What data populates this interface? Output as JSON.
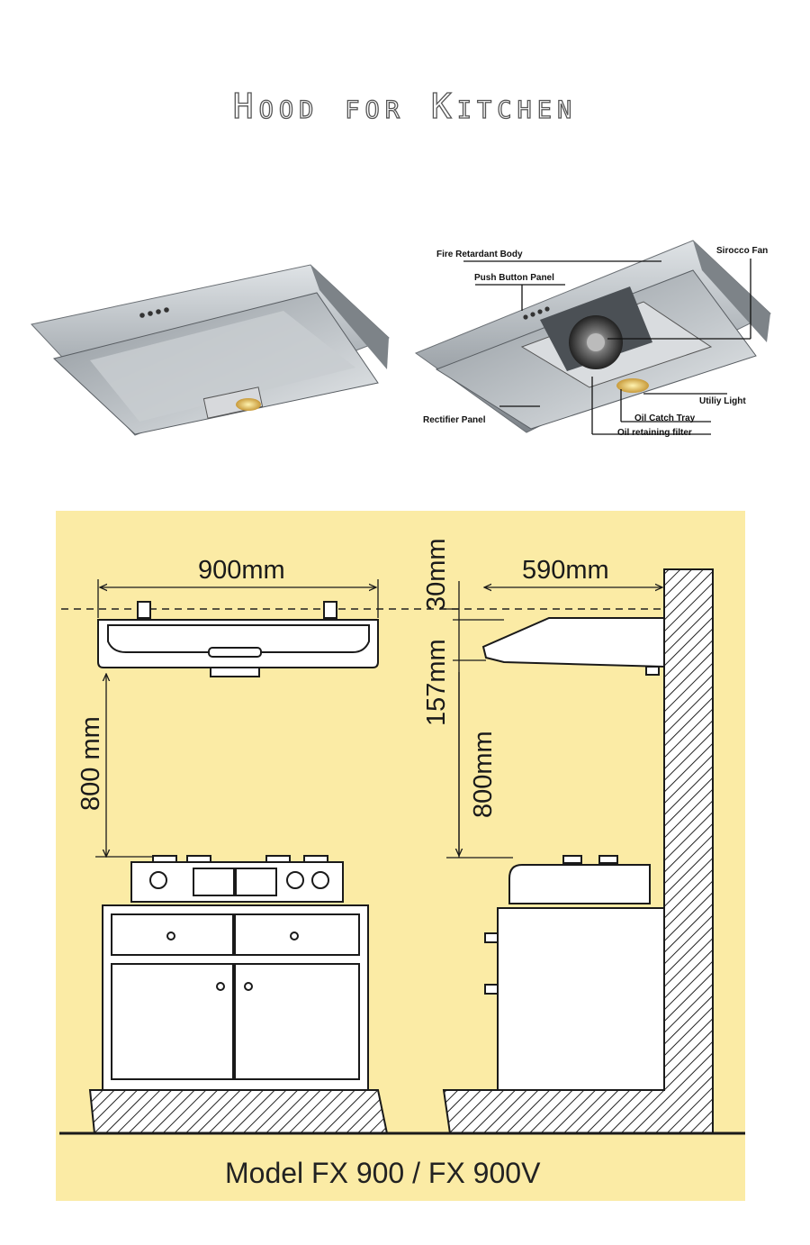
{
  "title": "Hood for Kitchen",
  "callouts": {
    "fire_retardant_body": "Fire Retardant Body",
    "sirocco_fan": "Sirocco Fan",
    "push_button_panel": "Push Button Panel",
    "utility_light": "Utiliy Light",
    "rectifier_panel": "Rectifier Panel",
    "oil_catch_tray": "Oil Catch Tray",
    "oil_retaining_filter": "Oil retaining filter"
  },
  "dimensions": {
    "width": "900mm",
    "depth": "590mm",
    "top_gap": "30mm",
    "hood_height": "157mm",
    "front_clearance": "800 mm",
    "side_clearance": "800mm"
  },
  "model": "Model FX 900 / FX 900V",
  "colors": {
    "diagram_bg": "#fbeba5",
    "line": "#1a1a1a",
    "steel": "#b9bec2"
  }
}
